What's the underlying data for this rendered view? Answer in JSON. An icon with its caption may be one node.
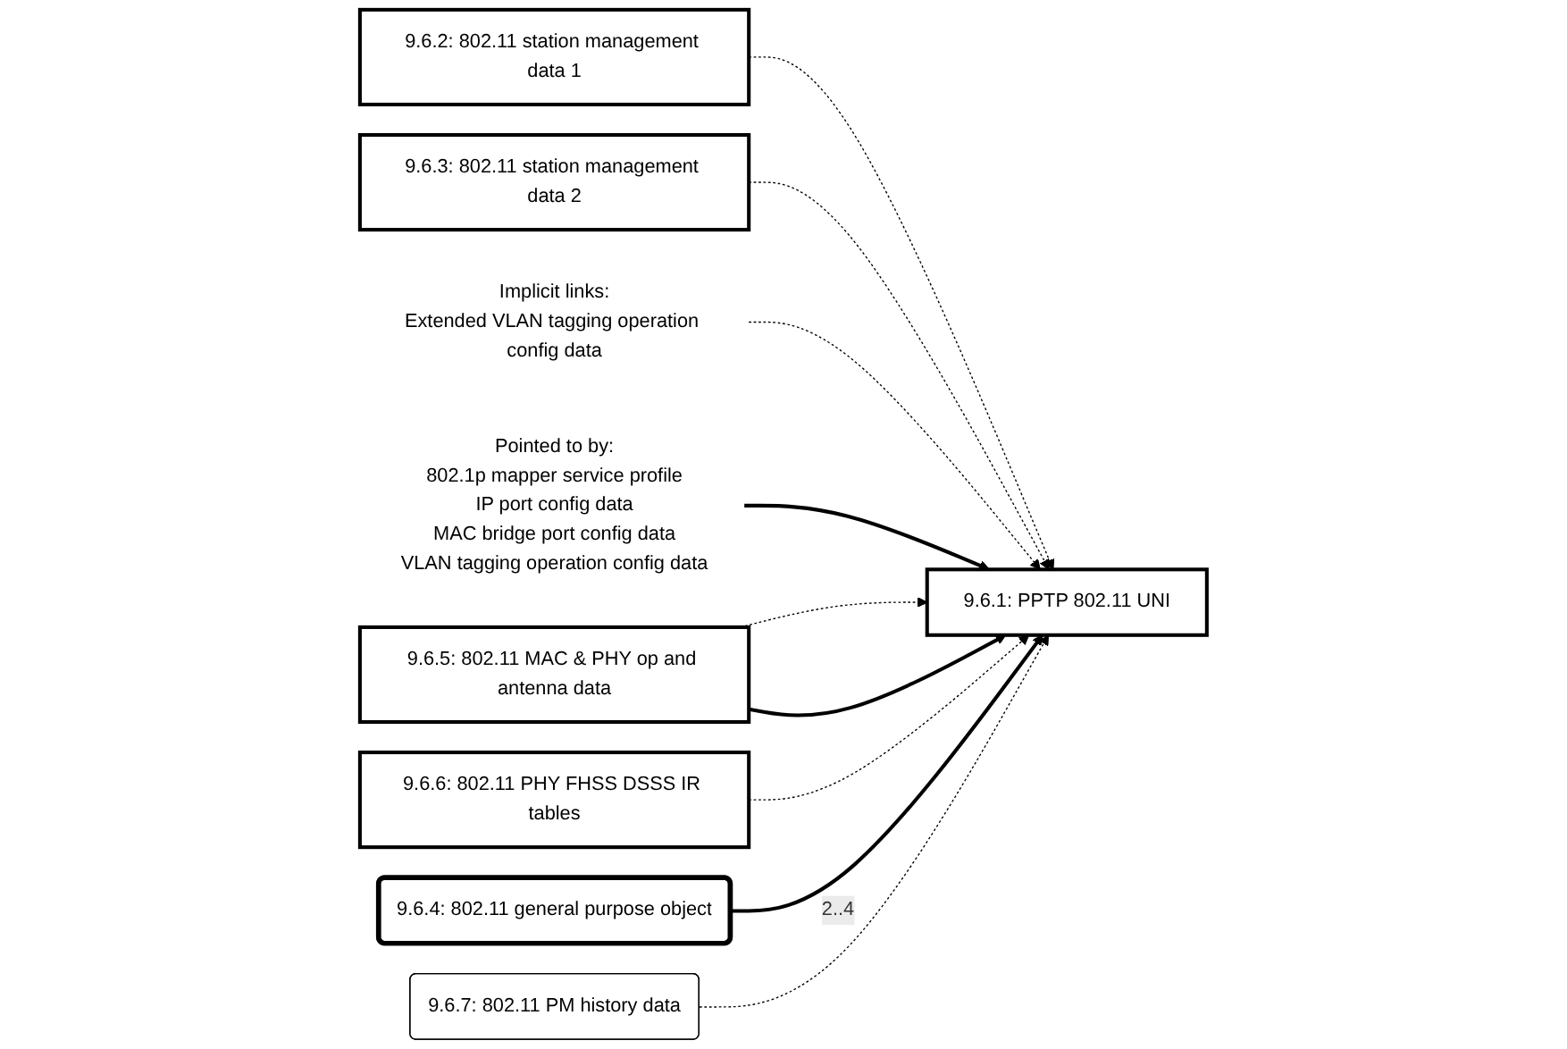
{
  "diagram": {
    "nodes": [
      {
        "text": [
          "9.6.2: 802.11 station management data 1"
        ]
      },
      {
        "text": [
          "9.6.3: 802.11 station management data 2"
        ]
      },
      {
        "text": [
          "Implicit links:",
          "Extended VLAN tagging operation config data"
        ]
      },
      {
        "text": [
          "Pointed to by:",
          "802.1p mapper service profile",
          "IP port config data",
          "MAC bridge port config data",
          "VLAN tagging operation config data"
        ]
      },
      {
        "text": [
          "9.6.1: PPTP 802.11 UNI"
        ]
      },
      {
        "text": [
          "9.6.5: 802.11 MAC & PHY op and antenna data"
        ]
      },
      {
        "text": [
          "9.6.6: 802.11 PHY FHSS DSSS IR tables"
        ]
      },
      {
        "text": [
          "9.6.4: 802.11 general purpose object"
        ]
      },
      {
        "text": [
          "9.6.7: 802.11 PM history data"
        ]
      }
    ],
    "edges": [
      {
        "from": 0,
        "to": 4,
        "arrow": "to",
        "style": "dashed"
      },
      {
        "from": 1,
        "to": 4,
        "arrow": "to",
        "style": "dashed"
      },
      {
        "from": 2,
        "to": 4,
        "arrow": "to",
        "style": "dashed"
      },
      {
        "from": 3,
        "to": 4,
        "arrow": "to"
      },
      {
        "from": 5,
        "to": 4,
        "arrow": "to",
        "style": "dashed"
      },
      {
        "from": 5,
        "to": 4,
        "arrow": "to"
      },
      {
        "from": 6,
        "to": 4,
        "arrow": "to",
        "style": "dashed"
      },
      {
        "from": 7,
        "to": 4,
        "arrow": "to",
        "label": "2..4"
      },
      {
        "from": 8,
        "to": 4,
        "arrow": "to",
        "style": "dashed"
      }
    ]
  }
}
